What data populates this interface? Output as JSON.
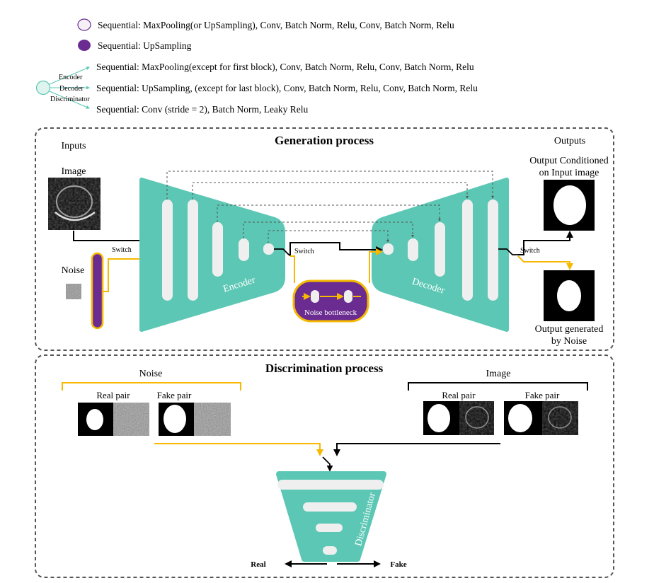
{
  "legend": {
    "items": [
      "Sequential: MaxPooling(or UpSampling), Conv, Batch Norm, Relu, Conv, Batch Norm, Relu",
      "Sequential: UpSampling",
      "Sequential: MaxPooling(except for first block), Conv, Batch Norm, Relu, Conv, Batch Norm, Relu",
      "Sequential: UpSampling, (except for last block), Conv, Batch Norm, Relu, Conv, Batch Norm, Relu",
      "Sequential: Conv (stride = 2), Batch Norm, Leaky Relu"
    ],
    "branch_labels": [
      "Encoder",
      "Decoder",
      "Discriminator"
    ]
  },
  "generation": {
    "title": "Generation process",
    "inputs_label": "Inputs",
    "outputs_label": "Outputs",
    "image_label": "Image",
    "noise_label": "Noise",
    "switch_label": "Switch",
    "encoder_label": "Encoder",
    "decoder_label": "Decoder",
    "bottleneck_label": "Noise bottleneck",
    "output_conditioned_line1": "Output Conditioned",
    "output_conditioned_line2": "on Input image",
    "output_noise_line1": "Output generated",
    "output_noise_line2": "by Noise"
  },
  "discrimination": {
    "title": "Discrimination process",
    "noise_group": "Noise",
    "image_group": "Image",
    "real_pair": "Real pair",
    "fake_pair": "Fake pair",
    "discriminator_label": "Discriminator",
    "real_out": "Real",
    "fake_out": "Fake"
  },
  "colors": {
    "teal": "#5cc7b4",
    "purple": "#6a2c91",
    "yellow": "#f6b800",
    "block": "#efefef"
  }
}
